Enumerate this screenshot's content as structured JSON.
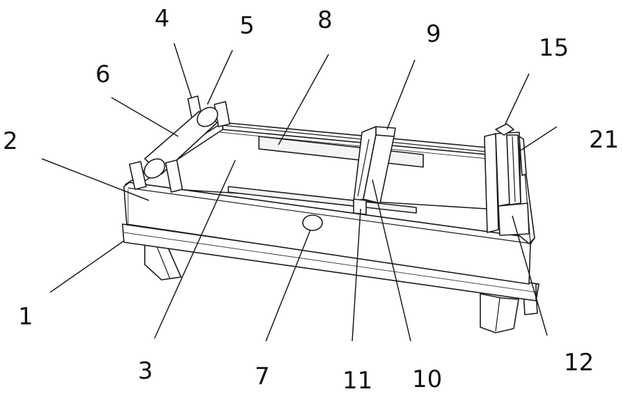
{
  "figure": {
    "callouts": [
      {
        "id": "c1",
        "text": "1"
      },
      {
        "id": "c2",
        "text": "2"
      },
      {
        "id": "c3",
        "text": "3"
      },
      {
        "id": "c4",
        "text": "4"
      },
      {
        "id": "c5",
        "text": "5"
      },
      {
        "id": "c6",
        "text": "6"
      },
      {
        "id": "c7",
        "text": "7"
      },
      {
        "id": "c8",
        "text": "8"
      },
      {
        "id": "c9",
        "text": "9"
      },
      {
        "id": "c10",
        "text": "10"
      },
      {
        "id": "c11",
        "text": "11"
      },
      {
        "id": "c12",
        "text": "12"
      },
      {
        "id": "c15",
        "text": "15"
      },
      {
        "id": "c21",
        "text": "21"
      }
    ]
  }
}
